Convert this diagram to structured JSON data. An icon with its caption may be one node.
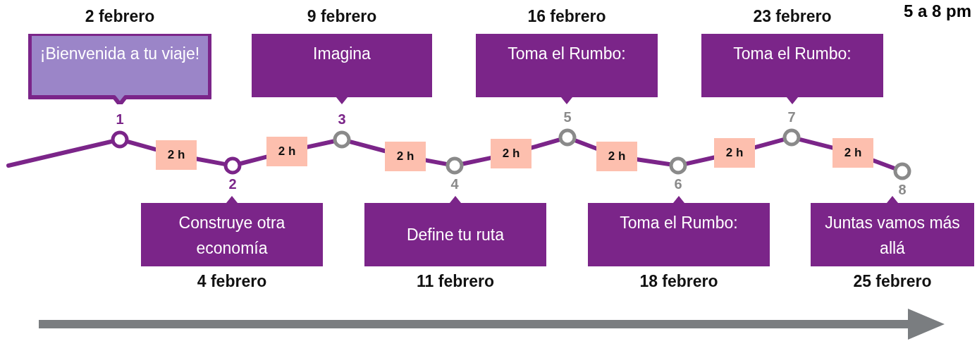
{
  "diagram": {
    "nodes": [
      {
        "text": [
          "¡Bienvenida a tu viaje!"
        ],
        "beside": [
          "2 febrero"
        ]
      },
      {
        "text": [
          "Construye otra economía"
        ],
        "beside": [
          "4 febrero"
        ]
      },
      {
        "text": [
          "Imagina"
        ],
        "beside": [
          "9 febrero"
        ]
      },
      {
        "text": [
          "Define tu ruta"
        ],
        "beside": [
          "11 febrero"
        ]
      },
      {
        "text": [
          "Toma el Rumbo:"
        ],
        "beside": [
          "16 febrero"
        ]
      },
      {
        "text": [
          "Toma el Rumbo:"
        ],
        "beside": [
          "18 febrero"
        ]
      },
      {
        "text": [
          "Toma el Rumbo:"
        ],
        "beside": [
          "23 febrero"
        ]
      },
      {
        "text": [
          "Juntas vamos más allá"
        ],
        "beside": [
          "25 febrero"
        ]
      },
      {
        "text": [
          "1"
        ]
      },
      {
        "text": [
          "2"
        ]
      },
      {
        "text": [
          "3"
        ]
      },
      {
        "text": [
          "4"
        ]
      },
      {
        "text": [
          "5"
        ]
      },
      {
        "text": [
          "6"
        ]
      },
      {
        "text": [
          "7"
        ]
      },
      {
        "text": [
          "8"
        ]
      },
      {
        "text": [
          "2 h"
        ]
      },
      {
        "text": [
          "2 h"
        ]
      },
      {
        "text": [
          "2 h"
        ]
      },
      {
        "text": [
          "2 h"
        ]
      },
      {
        "text": [
          "2 h"
        ]
      },
      {
        "text": [
          "2 h"
        ]
      },
      {
        "text": [
          "2 h"
        ]
      }
    ],
    "edges": [
      {
        "from": null,
        "to": 8,
        "arrow": "none"
      },
      {
        "from": 8,
        "to": 16,
        "arrow": "none"
      },
      {
        "from": 16,
        "to": 9,
        "arrow": "none"
      },
      {
        "from": 9,
        "to": 17,
        "arrow": "none"
      },
      {
        "from": 17,
        "to": 10,
        "arrow": "none"
      },
      {
        "from": 10,
        "to": 18,
        "arrow": "none"
      },
      {
        "from": 18,
        "to": 11,
        "arrow": "none"
      },
      {
        "from": 11,
        "to": 19,
        "arrow": "none"
      },
      {
        "from": 19,
        "to": 12,
        "arrow": "none"
      },
      {
        "from": 12,
        "to": 20,
        "arrow": "none"
      },
      {
        "from": 20,
        "to": 13,
        "arrow": "none"
      },
      {
        "from": 13,
        "to": 21,
        "arrow": "none"
      },
      {
        "from": 21,
        "to": 14,
        "arrow": "none"
      },
      {
        "from": 14,
        "to": 22,
        "arrow": "none"
      },
      {
        "from": 22,
        "to": 15,
        "arrow": "none"
      }
    ],
    "labels": [
      "5 a 8 pm"
    ]
  }
}
